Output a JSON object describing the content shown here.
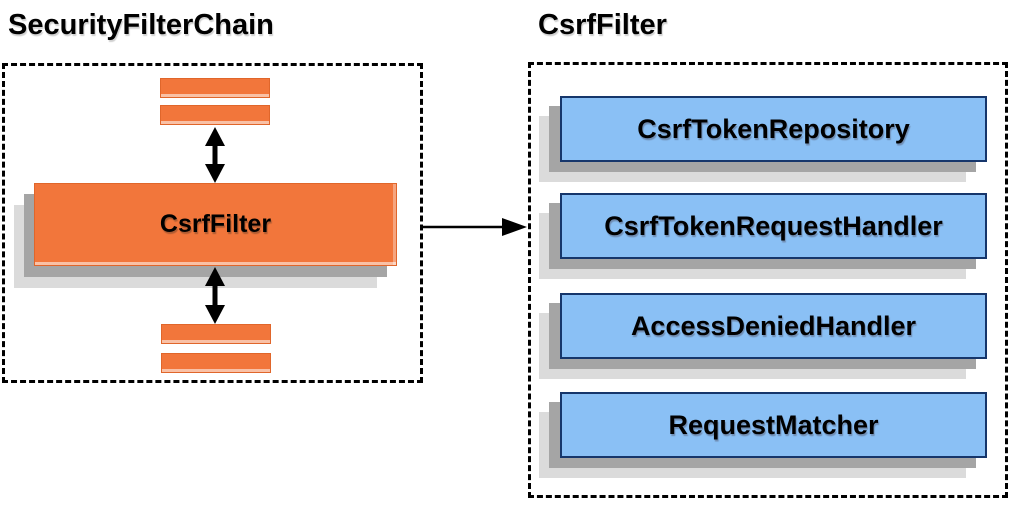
{
  "diagram": {
    "left_group": {
      "title": "SecurityFilterChain",
      "csrf_filter_label": "CsrfFilter"
    },
    "right_group": {
      "title": "CsrfFilter",
      "components": [
        "CsrfTokenRepository",
        "CsrfTokenRequestHandler",
        "AccessDeniedHandler",
        "RequestMatcher"
      ]
    },
    "colors": {
      "orange_fill": "#F2763B",
      "orange_border": "#E0662B",
      "blue_fill": "#8AC0F5",
      "blue_border": "#16366B",
      "shadow_dark": "#A5A5A5",
      "shadow_light": "#DBDBDB",
      "line_color": "#000000"
    }
  }
}
